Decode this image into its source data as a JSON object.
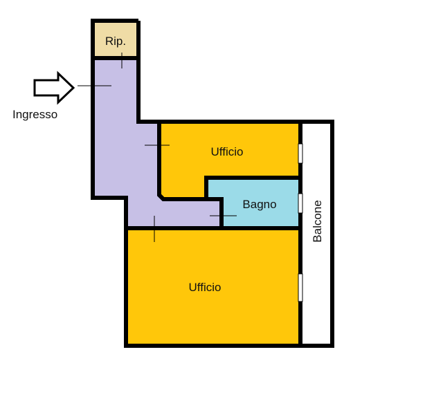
{
  "labels": {
    "storage": "Rip.",
    "entrance": "Ingresso",
    "office_top": "Ufficio",
    "bathroom": "Bagno",
    "office_bottom": "Ufficio",
    "balcony": "Balcone"
  },
  "colors": {
    "corridor": "#c7c0e6",
    "office": "#ffc70a",
    "bathroom": "#9bdbe8",
    "storage": "#efdca6",
    "balcony": "#ffffff",
    "wall": "#000000"
  }
}
